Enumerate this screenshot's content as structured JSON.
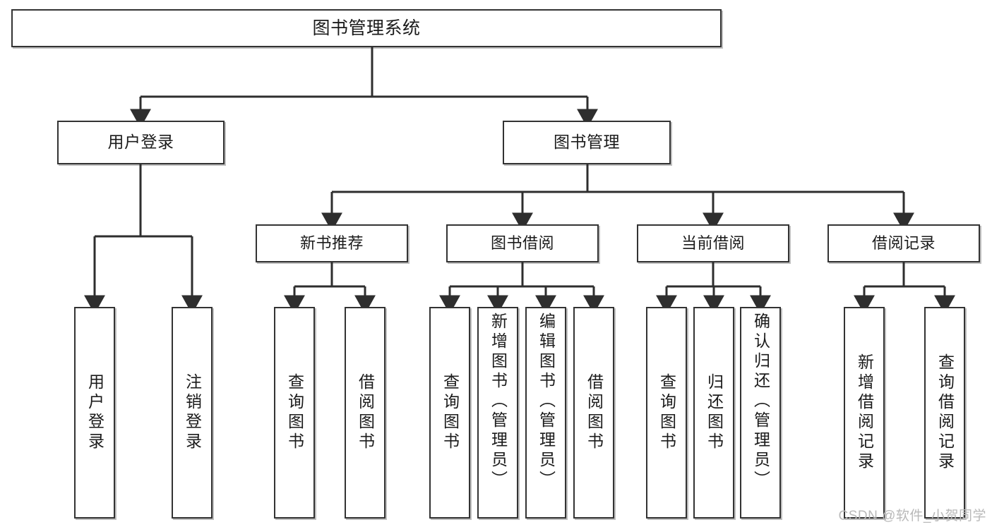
{
  "diagram": {
    "type": "hierarchy-tree",
    "title": "图书管理系统",
    "root": {
      "label": "图书管理系统"
    },
    "level1": [
      {
        "label": "用户登录"
      },
      {
        "label": "图书管理"
      }
    ],
    "level2": [
      {
        "label": "新书推荐"
      },
      {
        "label": "图书借阅"
      },
      {
        "label": "当前借阅"
      },
      {
        "label": "借阅记录"
      }
    ],
    "leaves": {
      "user_login": [
        {
          "label": "用户登录"
        },
        {
          "label": "注销登录"
        }
      ],
      "new_book_recommend": [
        {
          "label": "查询图书"
        },
        {
          "label": "借阅图书"
        }
      ],
      "book_borrow": [
        {
          "label": "查询图书"
        },
        {
          "label": "新增图书（管理员）"
        },
        {
          "label": "编辑图书（管理员）"
        },
        {
          "label": "借阅图书"
        }
      ],
      "current_borrow": [
        {
          "label": "查询图书"
        },
        {
          "label": "归还图书"
        },
        {
          "label": "确认归还（管理员）"
        }
      ],
      "borrow_record": [
        {
          "label": "新增借阅记录"
        },
        {
          "label": "查询借阅记录"
        }
      ]
    }
  },
  "watermark": {
    "text": "CSDN @软件_小贺同学"
  },
  "colors": {
    "box_border": "#333333",
    "box_fill": "#ffffff",
    "connector": "#2e2e2e",
    "text": "#1b1b1b",
    "watermark": "#b9b9b9"
  }
}
